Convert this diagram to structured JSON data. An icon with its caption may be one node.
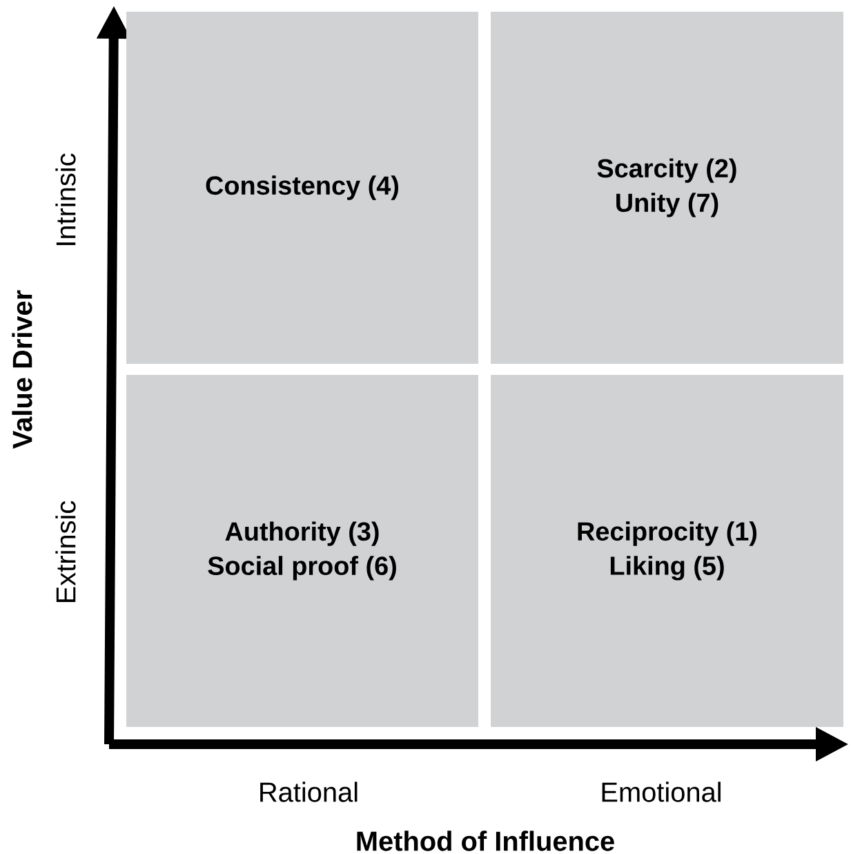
{
  "diagram": {
    "nodes": [
      {
        "text": [
          "Consistency (4)"
        ]
      },
      {
        "text": [
          "Scarcity (2)",
          "Unity (7)"
        ]
      },
      {
        "text": [
          "Authority (3)",
          "Social proof (6)"
        ]
      },
      {
        "text": [
          "Reciprocity (1)",
          "Liking (5)"
        ]
      }
    ],
    "edges": [],
    "labels": [
      "Value Driver",
      "Intrinsic",
      "Extrinsic",
      "Rational",
      "Emotional",
      "Method of Influence"
    ]
  }
}
